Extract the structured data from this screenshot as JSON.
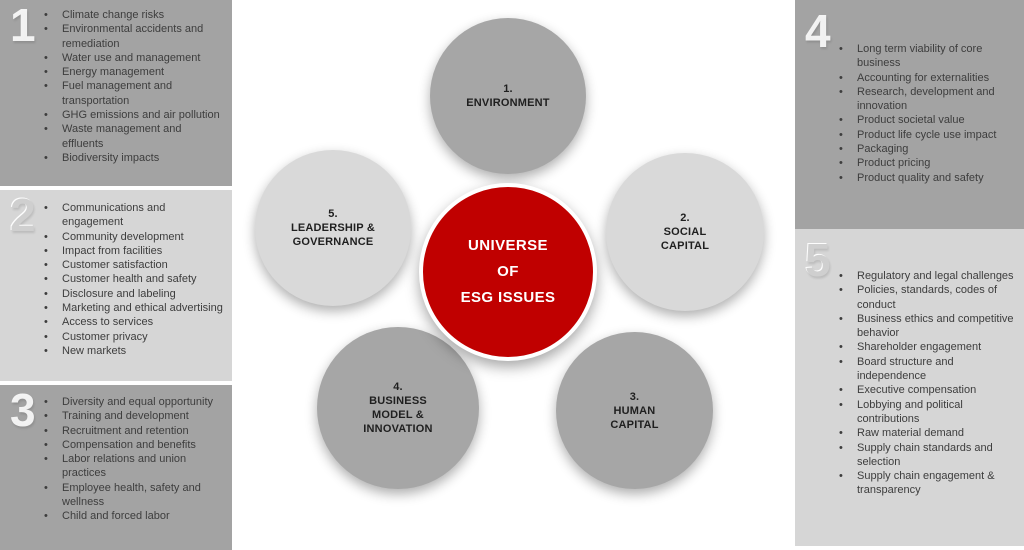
{
  "colors": {
    "center_red": "#c00000",
    "circle_gray_medium": "#a6a6a6",
    "circle_gray_light": "#d9d9d9",
    "panel_gray_dark": "#a3a3a3",
    "panel_gray_light": "#d6d6d6",
    "bullet_text": "#3d3d3d"
  },
  "center": {
    "lines": [
      "UNIVERSE",
      "OF",
      "ESG ISSUES"
    ]
  },
  "circles": [
    {
      "number": "1.",
      "name": "ENVIRONMENT",
      "tone": "medium"
    },
    {
      "number": "2.",
      "name": "SOCIAL CAPITAL",
      "tone": "light"
    },
    {
      "number": "3.",
      "name": "HUMAN CAPITAL",
      "tone": "medium"
    },
    {
      "number": "4.",
      "name": "BUSINESS MODEL & INNOVATION",
      "tone": "medium"
    },
    {
      "number": "5.",
      "name": "LEADERSHIP & GOVERNANCE",
      "tone": "light"
    }
  ],
  "panels": [
    {
      "number": "1",
      "tone": "dark",
      "items": [
        "Climate change risks",
        "Environmental accidents and remediation",
        "Water use and management",
        "Energy management",
        "Fuel management and transportation",
        "GHG emissions and air pollution",
        "Waste management and effluents",
        "Biodiversity impacts"
      ]
    },
    {
      "number": "2",
      "tone": "light",
      "items": [
        "Communications and engagement",
        "Community development",
        "Impact from facilities",
        "Customer satisfaction",
        "Customer health and safety",
        "Disclosure and labeling",
        "Marketing and ethical advertising",
        "Access to services",
        "Customer privacy",
        "New markets"
      ]
    },
    {
      "number": "3",
      "tone": "dark",
      "items": [
        "Diversity and equal opportunity",
        "Training and development",
        "Recruitment and retention",
        "Compensation and benefits",
        "Labor relations and union practices",
        "Employee health, safety and wellness",
        "Child and forced labor"
      ]
    },
    {
      "number": "4",
      "tone": "dark",
      "items": [
        "Long term viability of core business",
        "Accounting for externalities",
        "Research, development and innovation",
        "Product societal value",
        "Product life cycle use impact",
        "Packaging",
        "Product pricing",
        "Product quality and safety"
      ]
    },
    {
      "number": "5",
      "tone": "light",
      "items": [
        "Regulatory and legal challenges",
        "Policies, standards, codes of conduct",
        "Business ethics and competitive behavior",
        "Shareholder engagement",
        "Board structure and independence",
        "Executive compensation",
        "Lobbying and political contributions",
        "Raw material demand",
        "Supply chain standards and selection",
        "Supply chain engagement & transparency"
      ]
    }
  ]
}
